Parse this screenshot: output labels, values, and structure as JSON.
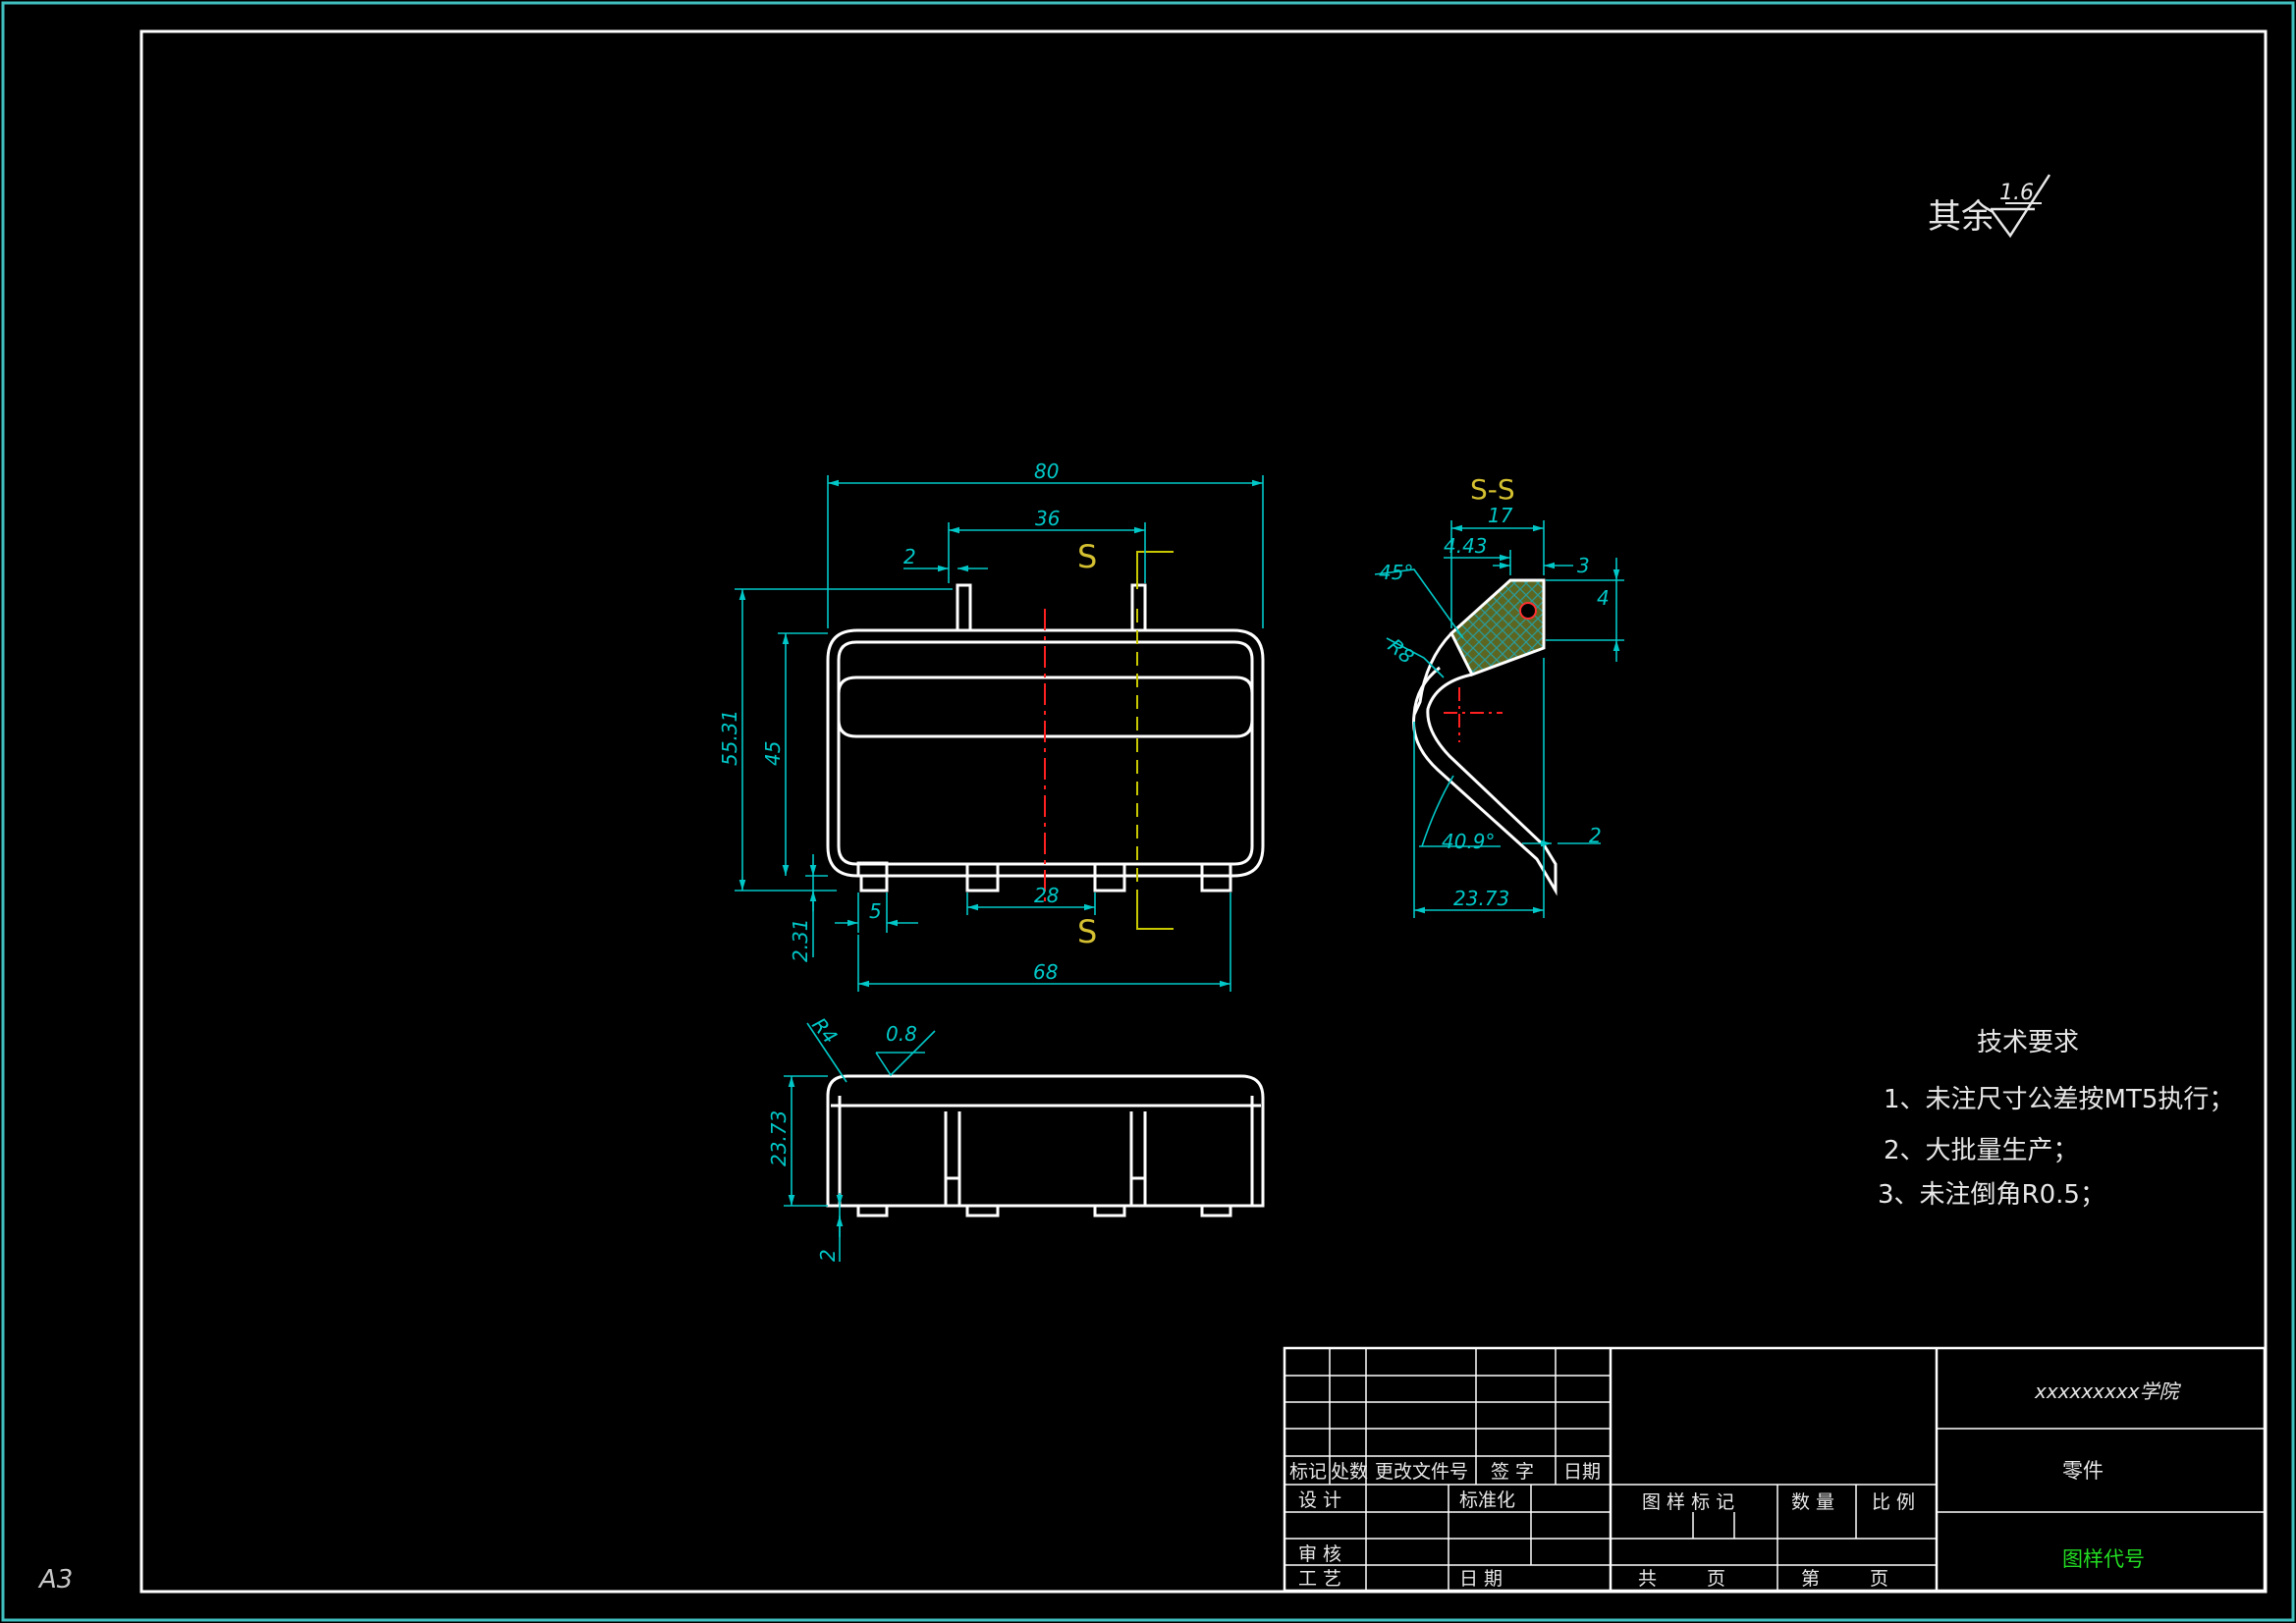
{
  "colors": {
    "background": "#000000",
    "frame_outer": "#3fbfbf",
    "frame_inner": "#ffffff",
    "outline": "#ffffff",
    "dimension": "#00c8c8",
    "section_label": "#d4c030",
    "center_line": "#ff2020",
    "hidden_line": "#c8c800",
    "hatch_fill": "#5c6620",
    "hatch_line": "#2a9a9a",
    "drawing_no": "#22dd22"
  },
  "sheet": {
    "size_label": "A3"
  },
  "roughness": {
    "prefix": "其余",
    "value": "1.6"
  },
  "front_view": {
    "dims": {
      "overall_width": "80",
      "tab_span": "36",
      "tab_width": "2",
      "overall_height": "55.31",
      "body_height": "45",
      "foot_offset": "2.31",
      "foot_width": "5",
      "foot_gap": "28",
      "foot_span": "68"
    },
    "section_mark_top": "S",
    "section_mark_bottom": "S"
  },
  "section_view": {
    "title": "S-S",
    "dims": {
      "width_top": "17",
      "offset_a": "4.43",
      "offset_b": "3",
      "thickness": "4",
      "angle_top": "45°",
      "radius": "R8",
      "angle_bottom": "40.9°",
      "tip_thickness": "2",
      "width_bottom": "23.73"
    }
  },
  "bottom_view": {
    "dims": {
      "height": "23.73",
      "radius": "R4",
      "roughness": "0.8",
      "foot": "2"
    }
  },
  "tech_req": {
    "title": "技术要求",
    "items": [
      "1、未注尺寸公差按MT5执行；",
      "2、大批量生产；",
      "3、未注倒角R0.5；"
    ]
  },
  "title_block": {
    "school": "xxxxxxxxx学院",
    "part_name": "零件",
    "drawing_no": "图样代号",
    "rev_headers": [
      "标记",
      "处数",
      "更改文件号",
      "签 字",
      "日期"
    ],
    "design": "设 计",
    "standard": "标准化",
    "review": "审 核",
    "process": "工 艺",
    "date": "日 期",
    "mark_label": "图 样 标 记",
    "qty_label": "数 量",
    "scale_label": "比 例",
    "total_label": "共",
    "page_label": "页",
    "sheet_label": "第",
    "sheet_page_label": "页"
  }
}
